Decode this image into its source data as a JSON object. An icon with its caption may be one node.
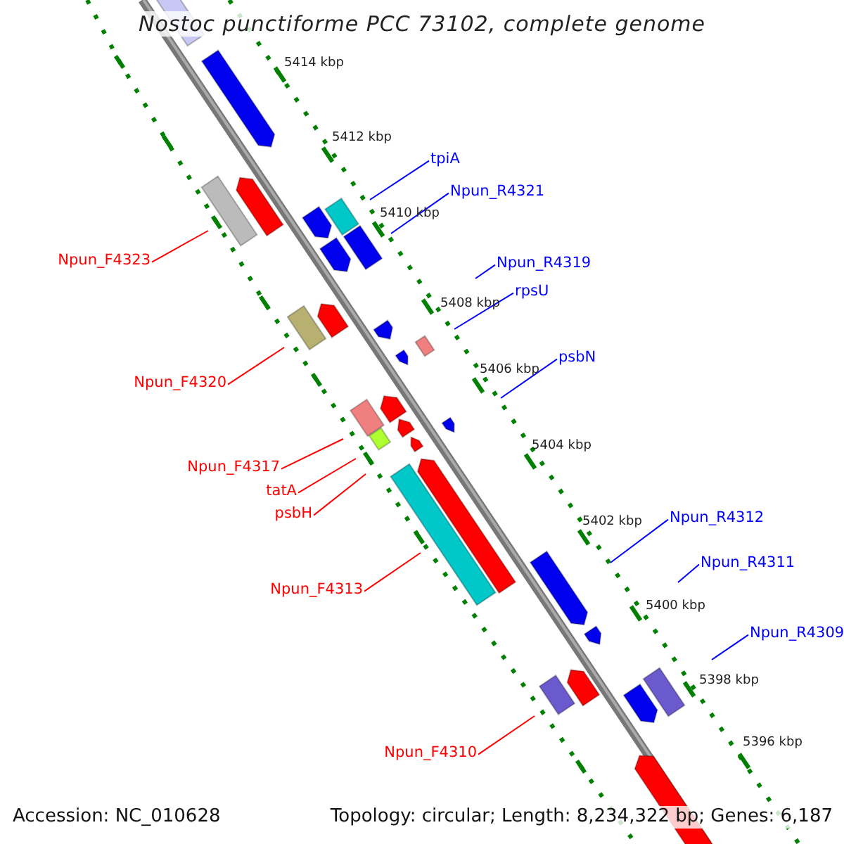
{
  "diagram": {
    "title": "Nostoc punctiforme PCC 73102, complete genome",
    "nodes": [
      {
        "text": [
          "tpiA"
        ]
      },
      {
        "text": [
          "Npun_R4321"
        ]
      },
      {
        "text": [
          "Npun_F4323"
        ]
      },
      {
        "text": [
          "Npun_R4319"
        ]
      },
      {
        "text": [
          "rpsU"
        ]
      },
      {
        "text": [
          "psbN"
        ]
      },
      {
        "text": [
          "Npun_F4320"
        ]
      },
      {
        "text": [
          "Npun_F4317"
        ]
      },
      {
        "text": [
          "tatA"
        ]
      },
      {
        "text": [
          "psbH"
        ]
      },
      {
        "text": [
          "Npun_R4312"
        ]
      },
      {
        "text": [
          "Npun_R4311"
        ]
      },
      {
        "text": [
          "Npun_F4313"
        ]
      },
      {
        "text": [
          "Npun_R4309"
        ]
      },
      {
        "text": [
          "Npun_F4310"
        ]
      }
    ],
    "edges": [
      {
        "from": 0,
        "to": null,
        "arrow": "none"
      },
      {
        "from": 1,
        "to": null,
        "arrow": "none"
      },
      {
        "from": 2,
        "to": null,
        "arrow": "none",
        "color": "#ff0000"
      },
      {
        "from": 3,
        "to": null,
        "arrow": "none"
      },
      {
        "from": 4,
        "to": null,
        "arrow": "none"
      },
      {
        "from": 5,
        "to": null,
        "arrow": "none"
      },
      {
        "from": 6,
        "to": null,
        "arrow": "none",
        "color": "#ff0000"
      },
      {
        "from": 7,
        "to": null,
        "arrow": "none",
        "color": "#ff0000"
      },
      {
        "from": 8,
        "to": null,
        "arrow": "none",
        "color": "#ff0000"
      },
      {
        "from": 9,
        "to": null,
        "arrow": "none",
        "color": "#ff0000"
      },
      {
        "from": 10,
        "to": null,
        "arrow": "none"
      },
      {
        "from": 11,
        "to": null,
        "arrow": "none"
      },
      {
        "from": 12,
        "to": null,
        "arrow": "none",
        "color": "#ff0000"
      },
      {
        "from": 13,
        "to": null,
        "arrow": "none"
      },
      {
        "from": 14,
        "to": null,
        "arrow": "none",
        "color": "#ff0000"
      }
    ],
    "labels": [
      "5414 kbp",
      "5412 kbp",
      "5410 kbp",
      "5408 kbp",
      "5406 kbp",
      "5404 kbp",
      "5402 kbp",
      "5400 kbp",
      "5398 kbp",
      "5396 kbp",
      "Accession: NC_010628",
      "Topology: circular; Length: 8,234,322 bp; Genes: 6,187"
    ]
  }
}
